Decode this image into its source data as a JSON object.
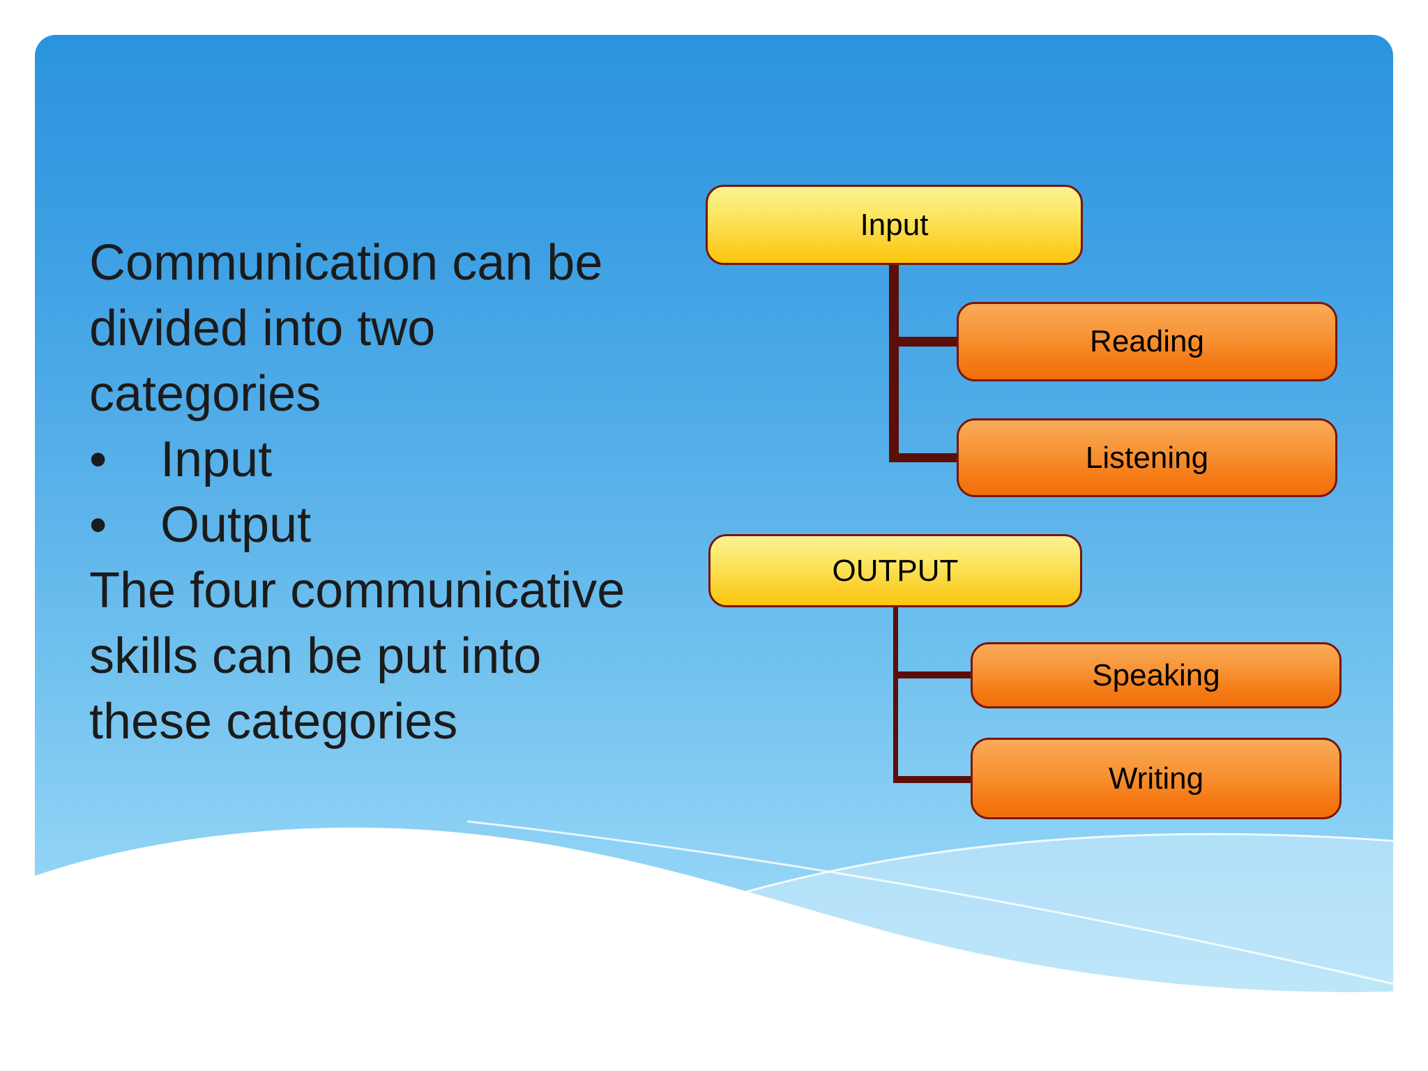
{
  "text_block": {
    "bullet_glyph": "•",
    "paragraph1_lines": [
      "Communication can be",
      "divided into two",
      "categories"
    ],
    "bullets": [
      "Input",
      "Output"
    ],
    "paragraph2_lines": [
      "The four communicative",
      "skills can be put into",
      "these categories"
    ]
  },
  "diagram": {
    "groups": [
      {
        "parent": "Input",
        "children": [
          "Reading",
          "Listening"
        ]
      },
      {
        "parent": "OUTPUT",
        "children": [
          "Speaking",
          "Writing"
        ]
      }
    ]
  },
  "colors": {
    "slide_blue_top": "#2B93DE",
    "slide_blue_bottom": "#A6DDF8",
    "parent_box_top": "#FBF392",
    "parent_box_bottom": "#FCC60E",
    "child_box_top": "#F9AB58",
    "child_box_bottom": "#F26F0A",
    "box_border": "#7B150D",
    "connector": "#5C0E08",
    "body_text": "#1B1B1B",
    "wave": "#FFFFFF"
  }
}
